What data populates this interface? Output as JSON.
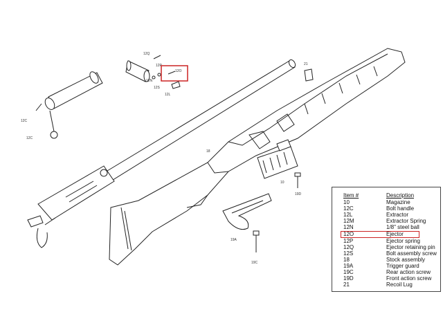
{
  "callouts": {
    "c12Q": "12Q",
    "c12P": "12P",
    "c12O": "12O",
    "c12N": "12N",
    "c12L": "12L",
    "c12S": "12S",
    "c12C": "12C",
    "c21": "21",
    "c18": "18",
    "c10": "10",
    "c19D": "19D",
    "c19A": "19A",
    "c19C": "19C"
  },
  "legend": {
    "header": {
      "item": "Item #",
      "description": "Description"
    },
    "rows": [
      {
        "item": "10",
        "description": "Magazine"
      },
      {
        "item": "12C",
        "description": "Bolt handle"
      },
      {
        "item": "12L",
        "description": "Extractor"
      },
      {
        "item": "12M",
        "description": "Extractor Spring"
      },
      {
        "item": "12N",
        "description": "1/8\" steel ball"
      },
      {
        "item": "12O",
        "description": "Ejector"
      },
      {
        "item": "12P",
        "description": "Ejector spring"
      },
      {
        "item": "12Q",
        "description": "Ejector retaining pin"
      },
      {
        "item": "12S",
        "description": "Bolt assembly screw"
      },
      {
        "item": "18",
        "description": "Stock assembly"
      },
      {
        "item": "19A",
        "description": "Trigger guard"
      },
      {
        "item": "19C",
        "description": "Rear action screw"
      },
      {
        "item": "19D",
        "description": "Front action screw"
      },
      {
        "item": "21",
        "description": "Recoil Lug"
      }
    ]
  },
  "colors": {
    "highlight": "#cc2222",
    "line": "#222222"
  }
}
